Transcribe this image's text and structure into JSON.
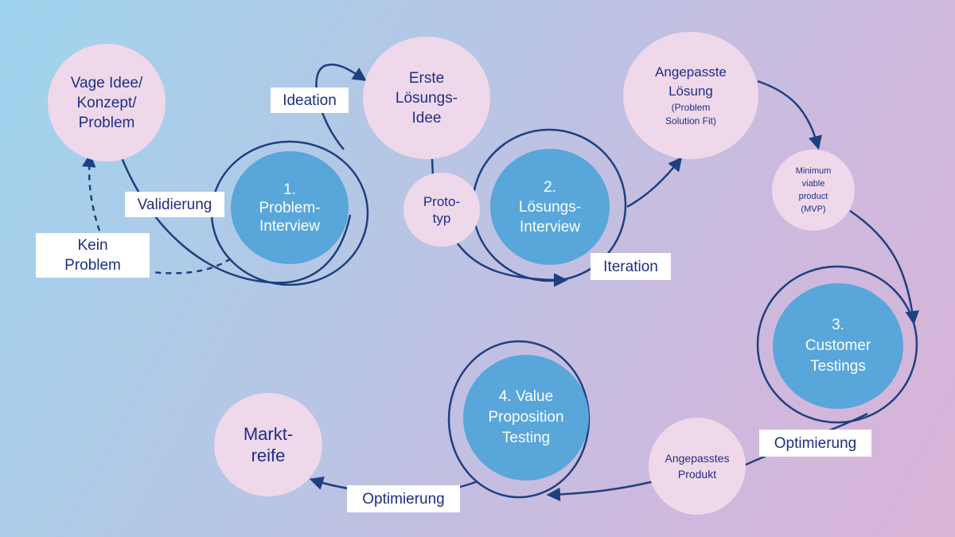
{
  "colors": {
    "background_start": "#9fd4ee",
    "background_end": "#dab3d8",
    "pink_node": "#efd8ea",
    "blue_node": "#58a6da",
    "line": "#1f3f7f",
    "text_dark": "#1e2f86",
    "text_light": "#ffffff"
  },
  "nodes": {
    "vage_idee": "Vage Idee/\nKonzept/\nProblem",
    "erste_loesungsidee": "Erste\nLösungs-\nIdee",
    "angepasste_loesung_title": "Angepasste\nLösung",
    "angepasste_loesung_sub": "(Problem\nSolution Fit)",
    "mvp": "Minimum\nviable\nproduct\n(MVP)",
    "prototyp": "Proto-\ntyp",
    "angepasstes_produkt": "Angepasstes\nProdukt",
    "marktreife": "Markt-\nreife"
  },
  "stages": {
    "problem_interview": "1.\nProblem-\nInterview",
    "loesungs_interview": "2.\nLösungs-\nInterview",
    "customer_testings": "3.\nCustomer\nTestings",
    "value_proposition": "4. Value\nProposition\nTesting"
  },
  "labels": {
    "ideation": "Ideation",
    "validierung": "Validierung",
    "kein_problem": "Kein\nProblem",
    "iteration": "Iteration",
    "optimierung_1": "Optimierung",
    "optimierung_2": "Optimierung"
  }
}
